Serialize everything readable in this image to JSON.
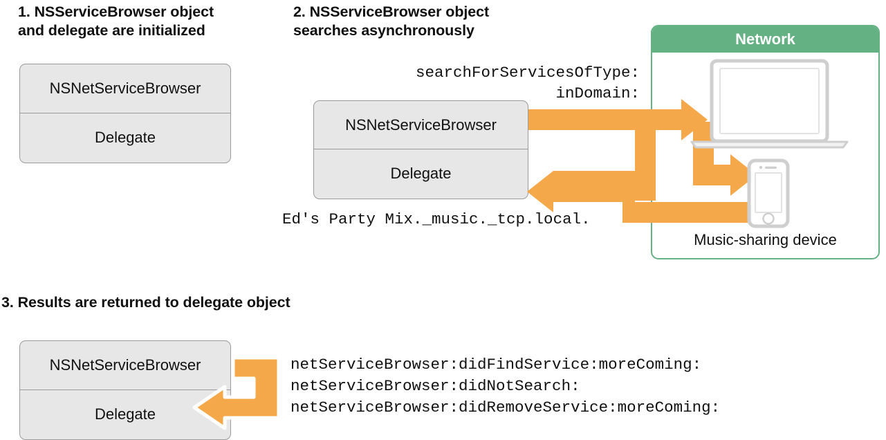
{
  "diagram": {
    "title": "NSNetServiceBrowser service discovery sequence",
    "colors": {
      "arrow_orange": "#f5a84a",
      "network_green": "#64b183",
      "box_fill": "#e7e7e7",
      "box_border": "#9a9a9a",
      "device_gray": "#cfcfcf",
      "text": "#111111",
      "background": "#ffffff"
    }
  },
  "steps": [
    {
      "id": "step-1",
      "heading": "1. NSServiceBrowser object\nand delegate are initialized",
      "object_box": {
        "top_label": "NSNetServiceBrowser",
        "bottom_label": "Delegate"
      }
    },
    {
      "id": "step-2",
      "heading": "2. NSServiceBrowser object\nsearches asynchronously",
      "object_box": {
        "top_label": "NSNetServiceBrowser",
        "bottom_label": "Delegate"
      },
      "request_code": "searchForServicesOfType:\ninDomain:",
      "result_code": "Ed's Party Mix._music._tcp.local.",
      "network": {
        "header": "Network",
        "caption": "Music-sharing device",
        "devices": [
          {
            "name": "laptop",
            "icon": "laptop-icon"
          },
          {
            "name": "smartphone",
            "icon": "smartphone-icon"
          }
        ]
      }
    },
    {
      "id": "step-3",
      "heading": "3. Results are returned to delegate object",
      "object_box": {
        "top_label": "NSNetServiceBrowser",
        "bottom_label": "Delegate"
      },
      "callbacks": [
        "netServiceBrowser:didFindService:moreComing:",
        "netServiceBrowser:didNotSearch:",
        "netServiceBrowser:didRemoveService:moreComing:"
      ]
    }
  ],
  "icons": {
    "laptop": "laptop-icon",
    "phone": "smartphone-icon",
    "arrow_right": "arrow-right-icon",
    "arrow_left": "arrow-left-icon"
  }
}
